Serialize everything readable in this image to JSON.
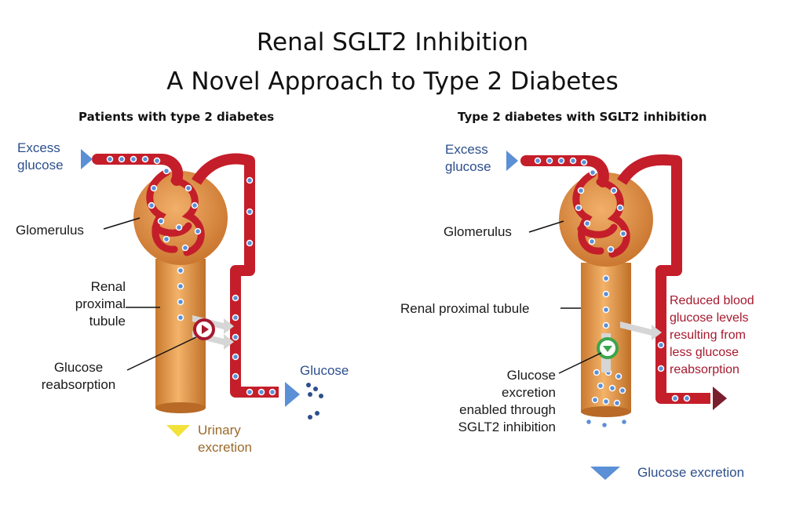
{
  "title_line1": "Renal SGLT2 Inhibition",
  "title_line2": "A Novel Approach to Type 2 Diabetes",
  "left": {
    "heading": "Patients with type 2 diabetes",
    "excess1": "Excess",
    "excess2": "glucose",
    "glomerulus": "Glomerulus",
    "renal1": "Renal",
    "renal2": "proximal",
    "renal3": "tubule",
    "reabs1": "Glucose",
    "reabs2": "reabsorption",
    "glucose": "Glucose",
    "urinary1": "Urinary",
    "urinary2": "excretion"
  },
  "right": {
    "heading": "Type 2 diabetes with SGLT2 inhibition",
    "excess1": "Excess",
    "excess2": "glucose",
    "glomerulus": "Glomerulus",
    "renal": "Renal proximal tubule",
    "exc1": "Glucose",
    "exc2": "excretion",
    "exc3": "enabled through",
    "exc4": "SGLT2 inhibition",
    "red1": "Reduced blood",
    "red2": "glucose levels",
    "red3": "resulting from",
    "red4": "less glucose",
    "red5": "reabsorption",
    "legend": "Glucose excretion"
  },
  "colors": {
    "vessel": "#c41e2a",
    "kidney": "#d98a3c",
    "arrow_blue": "#5b8fd6",
    "arrow_yellow": "#f2e23a",
    "label_blue": "#2d4f8c",
    "label_red": "#a6192e"
  }
}
